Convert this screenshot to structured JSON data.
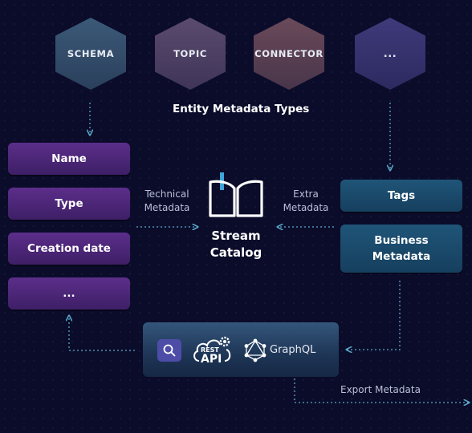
{
  "entity_types": {
    "caption": "Entity Metadata Types",
    "items": [
      "SCHEMA",
      "TOPIC",
      "CONNECTOR",
      "..."
    ]
  },
  "technical_metadata": {
    "label_line1": "Technical",
    "label_line2": "Metadata",
    "fields": [
      "Name",
      "Type",
      "Creation date",
      "..."
    ]
  },
  "extra_metadata": {
    "label_line1": "Extra",
    "label_line2": "Metadata",
    "tags": "Tags",
    "business_line1": "Business",
    "business_line2": "Metadata"
  },
  "catalog": {
    "line1": "Stream",
    "line2": "Catalog"
  },
  "api": {
    "rest_line1": "REST",
    "rest_line2": "API",
    "graphql": "GraphQL"
  },
  "export_label": "Export Metadata",
  "colors": {
    "background": "#0b0c2a",
    "arrow": "#5aa8c8",
    "purple_box": "#4a2577",
    "teal_box": "#1b4a6c",
    "search": "#4d4da8"
  },
  "icons": [
    "book-icon",
    "search-icon",
    "rest-api-icon",
    "graphql-icon"
  ]
}
